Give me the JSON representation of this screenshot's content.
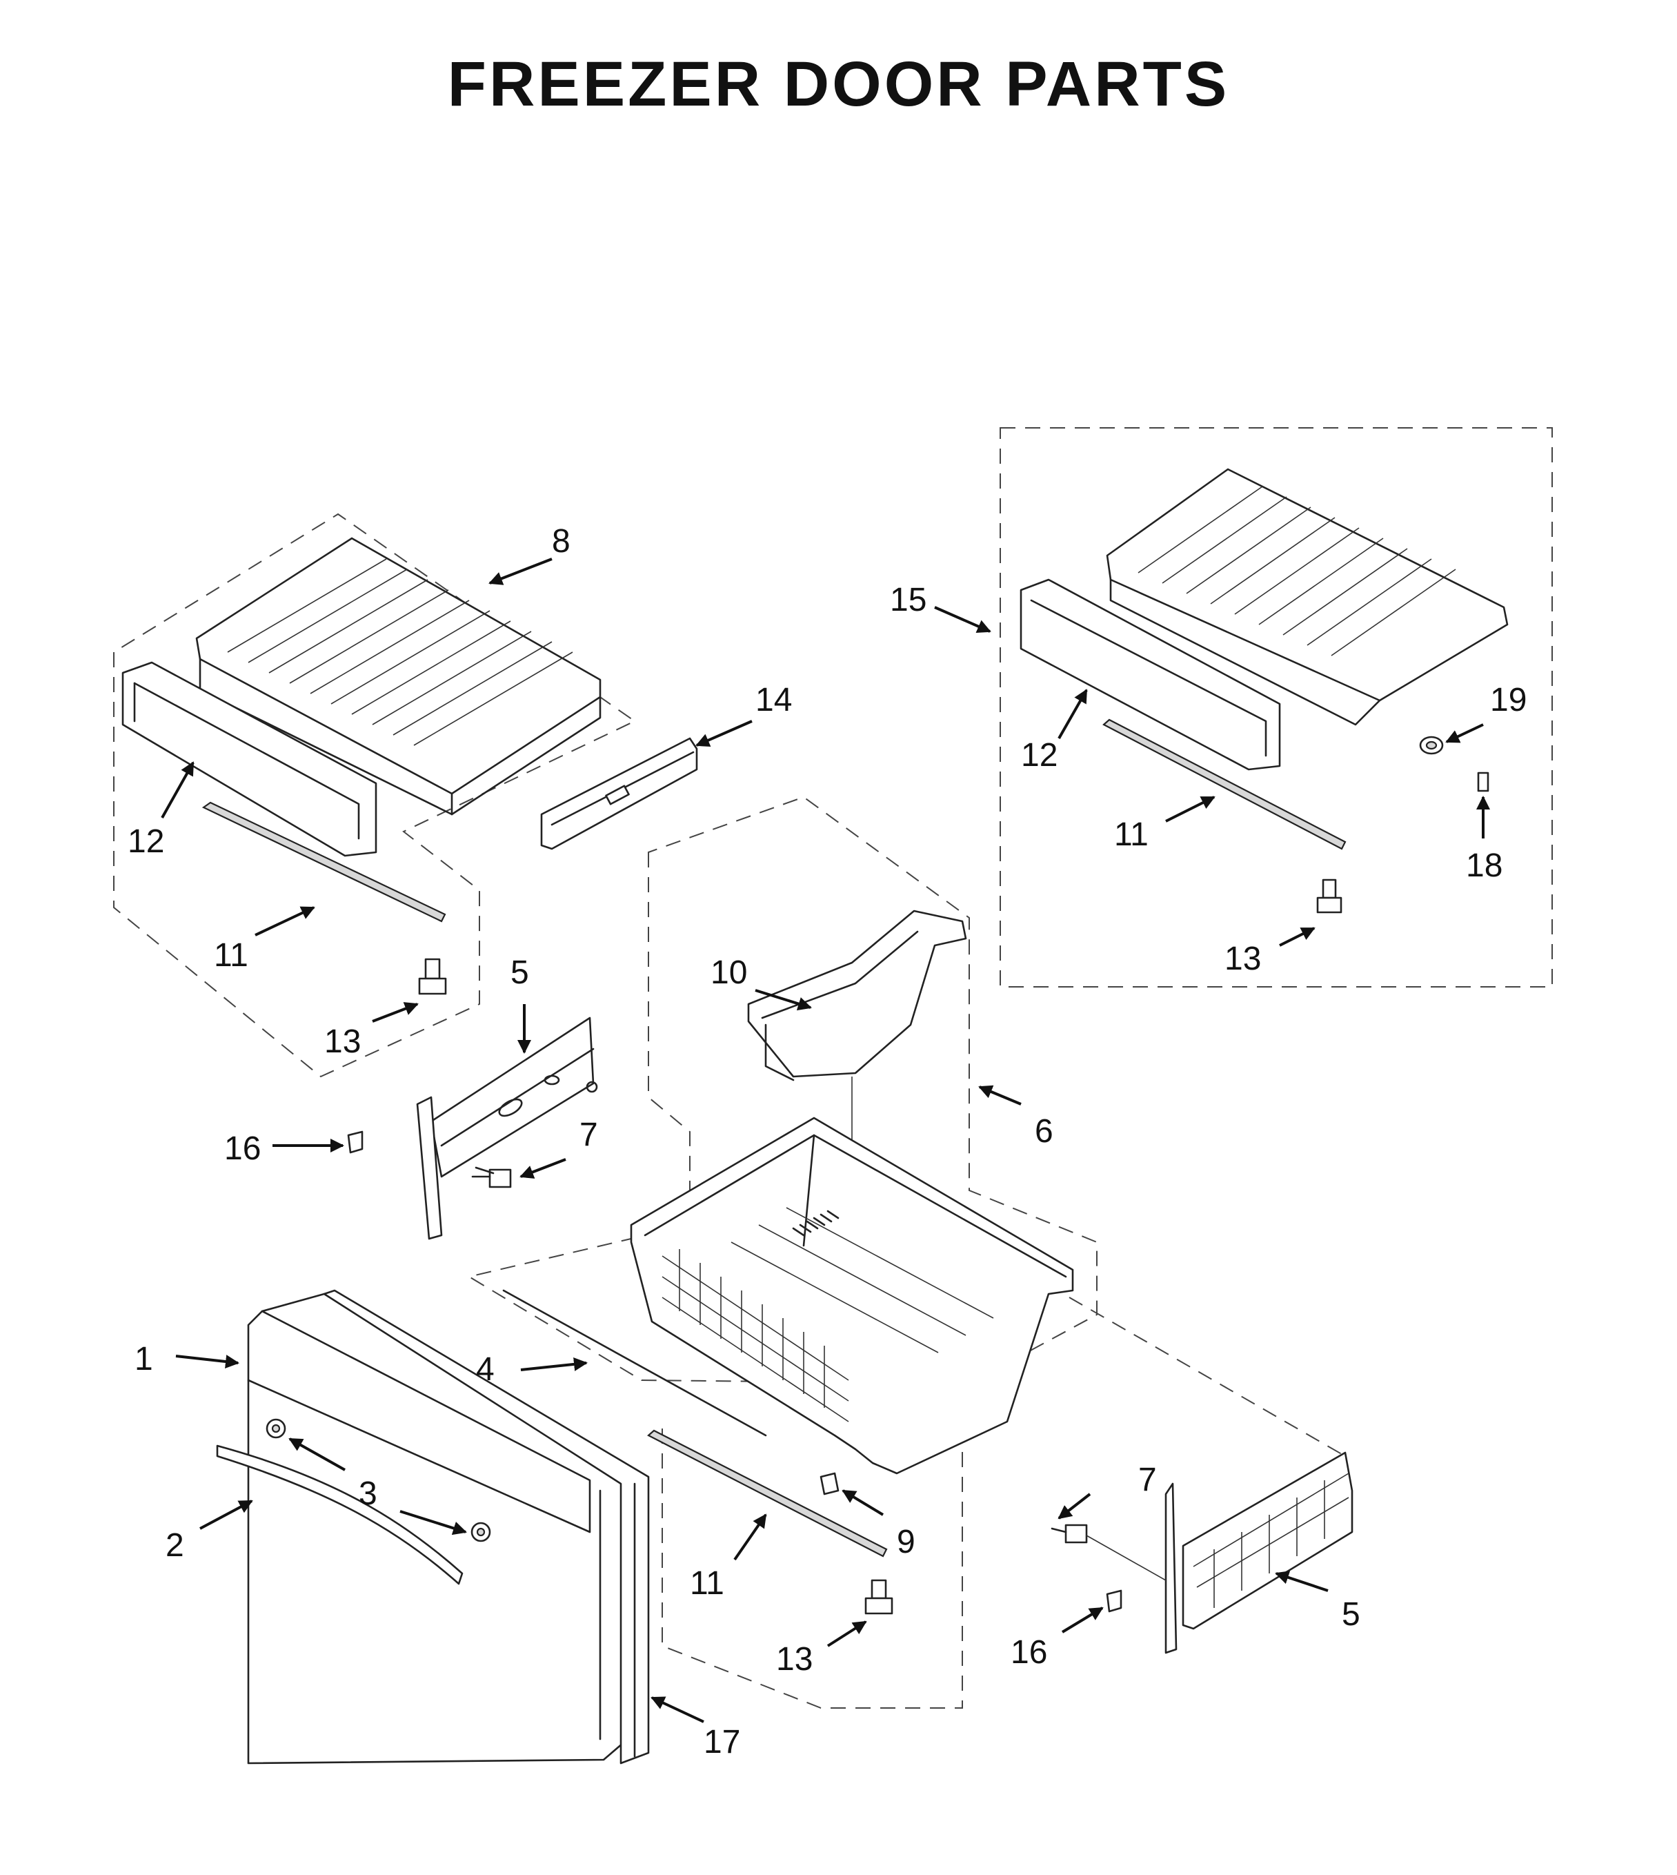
{
  "title": "FREEZER DOOR PARTS",
  "callouts": {
    "c1": "1",
    "c2": "2",
    "c3": "3",
    "c4": "4",
    "c5a": "5",
    "c5b": "5",
    "c6": "6",
    "c7a": "7",
    "c7b": "7",
    "c8": "8",
    "c9": "9",
    "c10": "10",
    "c11a": "11",
    "c11b": "11",
    "c11c": "11",
    "c12a": "12",
    "c12b": "12",
    "c13a": "13",
    "c13b": "13",
    "c13c": "13",
    "c14": "14",
    "c15": "15",
    "c16a": "16",
    "c16b": "16",
    "c17": "17",
    "c18": "18",
    "c19": "19"
  }
}
